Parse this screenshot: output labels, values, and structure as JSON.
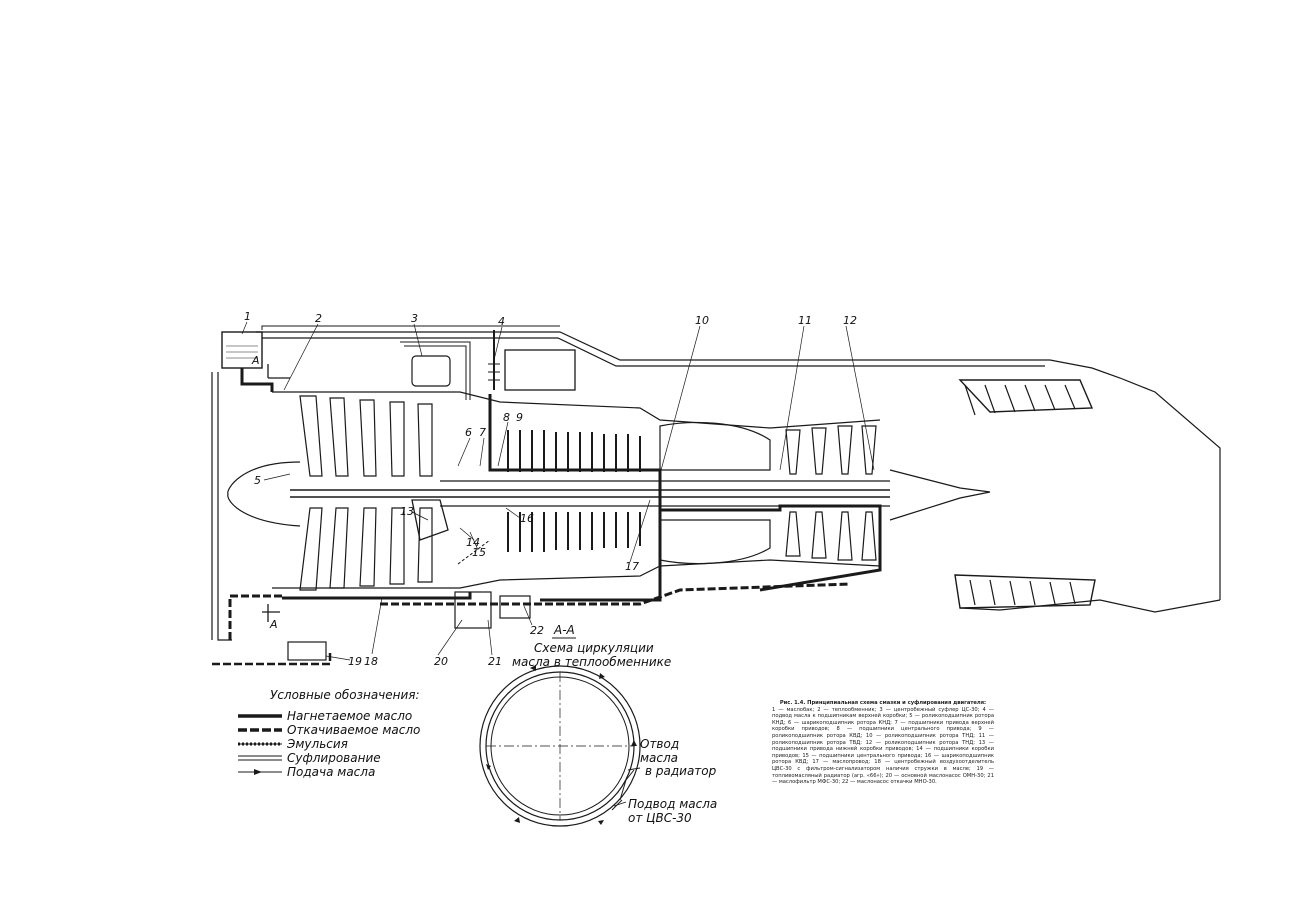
{
  "callouts": [
    "1",
    "2",
    "3",
    "4",
    "5",
    "6",
    "7",
    "8",
    "9",
    "10",
    "11",
    "12",
    "13",
    "14",
    "15",
    "16",
    "17",
    "18",
    "19",
    "20",
    "21",
    "22"
  ],
  "section_marks": {
    "upper": "А",
    "lower": "А"
  },
  "legend": {
    "title": "Условные обозначения:",
    "items": [
      {
        "label": "Нагнетаемое масло",
        "style": "thick-solid"
      },
      {
        "label": "Откачиваемое масло",
        "style": "thick-dashed"
      },
      {
        "label": "Эмульсия",
        "style": "hatched"
      },
      {
        "label": "Суфлирование",
        "style": "double-line"
      },
      {
        "label": "Подача масла",
        "style": "arrowed"
      }
    ]
  },
  "inset": {
    "section": "А-А",
    "title_line1": "Схема циркуляции",
    "title_line2": "масла в теплообменнике",
    "outlet_line1": "Отвод",
    "outlet_line2": "масла",
    "outlet_line3": "в радиатор",
    "inlet_line1": "Подвод масла",
    "inlet_line2": "от ЦВС-30"
  },
  "caption": {
    "title": "Рис. 1.4. Принципиальная схема смазки и суфлирования двигателя:",
    "body": "1 — маслобак; 2 — теплообменник; 3 — центробежный суфлер ЦС-30; 4 — подвод масла к подшипникам верхней коробки; 5 — роликоподшипник ротора КНД; 6 — шарикоподшипник ротора КНД; 7 — подшипники привода верхней коробки приводов; 8 — подшипники центрального привода; 9 — роликоподшипник ротора КВД; 10 — роликоподшипник ротора ТНД; 11 — роликоподшипник ротора ТВД; 12 — роликоподшипник ротора ТНД; 13 — подшипники привода нижней коробки приводов; 14 — подшипники коробки приводов; 15 — подшипники центрального привода; 16 — шарикоподшипник ротора КВД; 17 — маслопровод; 18 — центробежный воздухоотделитель ЦВС-30 с фильтром-сигнализатором наличия стружки в масле; 19 — топливомасляный радиатор (агр. «66»); 20 — основной маслонасос ОМН-30; 21 — маслофильтр МФС-30; 22 — маслонасос откачки МНО-30."
  },
  "colors": {
    "ink": "#1a1a1a",
    "paper": "#ffffff"
  }
}
